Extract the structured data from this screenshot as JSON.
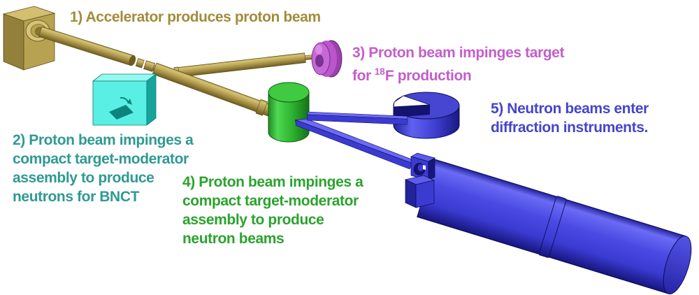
{
  "labels": {
    "step1": {
      "lines": [
        "1) Accelerator produces proton beam"
      ]
    },
    "step2": {
      "lines": [
        "2) Proton beam impinges a",
        "compact target-moderator",
        "assembly to produce",
        "neutrons for BNCT"
      ]
    },
    "step3": {
      "line1": "3) Proton beam impinges target",
      "line2_pre": "for",
      "line2_sup": "18",
      "line2_post": "F production"
    },
    "step4": {
      "lines": [
        "4) Proton beam impinges a",
        "compact target-moderator",
        "assembly to produce",
        "neutron beams"
      ]
    },
    "step5": {
      "lines": [
        "5) Neutron beams enter",
        "diffraction instruments."
      ]
    }
  },
  "colors": {
    "background": "#ffffff",
    "gold_text": "#a18c3b",
    "teal_text": "#2f9a93",
    "magenta_text": "#c45ecb",
    "green_text": "#2ba32d",
    "blue_text": "#4545cd",
    "gold_hi": "#d6c577",
    "gold_mid": "#b7a252",
    "gold_lo": "#6e5c21",
    "gold_top": "#d2bf70",
    "gold_side_dark": "#93803a",
    "gold_edge": "#8a7831",
    "gold_stroke": "#5c4e1a",
    "cyan_top": "#97f8f0",
    "cyan_front": "#59efe5",
    "cyan_side": "#17a49c",
    "cyan_stroke": "#0b7d77",
    "icon_teal": "#0c837c",
    "magenta_front": "#c668d6",
    "magenta_mid": "#bb55cc",
    "magenta_back": "#9a3fae",
    "magenta_hub": "#7c3390",
    "magenta_stroke": "#5e2370",
    "green_hi": "#4fd852",
    "green_mid": "#30b833",
    "green_lo": "#157117",
    "green_edge": "#208c23",
    "green_top": "#3fca41",
    "green_stroke": "#0f5c12",
    "blue_hi": "#6b6bf5",
    "blue_mid": "#3b3bd2",
    "blue_lo": "#16167e",
    "blue_edge": "#23239c",
    "blue_top": "#4646d2",
    "blue_deep": "#131370",
    "blue_face_light": "#5c5cea",
    "blue_stroke": "#0c0c55",
    "white_glint": "#ffffff"
  }
}
